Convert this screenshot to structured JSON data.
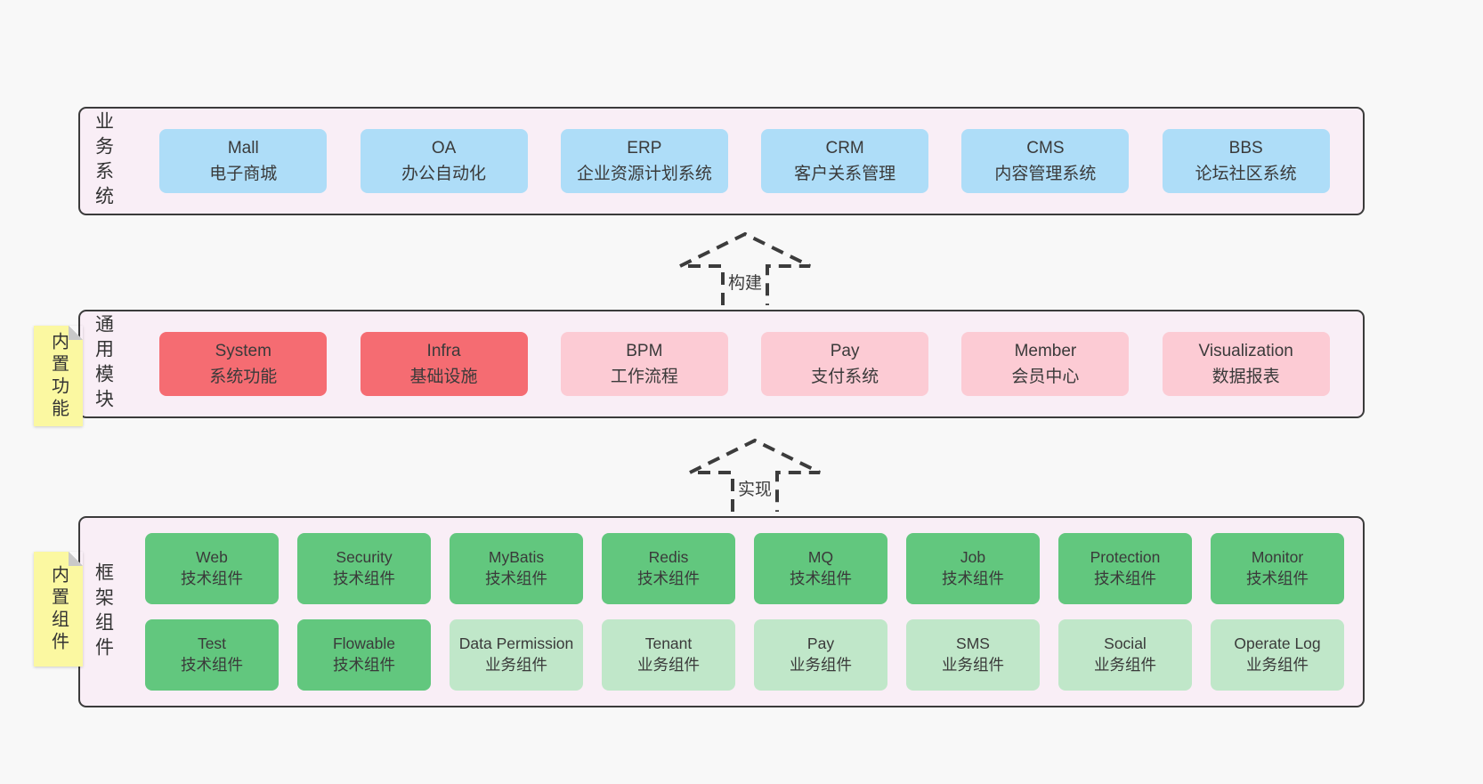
{
  "palette": {
    "page_bg": "#f8f8f8",
    "container_bg": "#f9eef6",
    "container_border": "#3b3b3b",
    "business_box": "#aeddf8",
    "core_module_box": "#f56c72",
    "optional_module_box": "#fccbd4",
    "tech_component_box": "#62c77e",
    "biz_component_box": "#c0e7c9",
    "sticky_note": "#fbf8a1",
    "text": "#3a3a3a"
  },
  "business_row": {
    "label": "业务系统",
    "boxes": [
      {
        "title": "Mall",
        "subtitle": "电子商城"
      },
      {
        "title": "OA",
        "subtitle": "办公自动化"
      },
      {
        "title": "ERP",
        "subtitle": "企业资源计划系统"
      },
      {
        "title": "CRM",
        "subtitle": "客户关系管理"
      },
      {
        "title": "CMS",
        "subtitle": "内容管理系统"
      },
      {
        "title": "BBS",
        "subtitle": "论坛社区系统"
      }
    ]
  },
  "arrows": {
    "build": "构建",
    "implement": "实现"
  },
  "module_row": {
    "note": "内置功能",
    "label": "通用模块",
    "boxes": [
      {
        "title": "System",
        "subtitle": "系统功能",
        "variant": "red"
      },
      {
        "title": "Infra",
        "subtitle": "基础设施",
        "variant": "red"
      },
      {
        "title": "BPM",
        "subtitle": "工作流程",
        "variant": "pink"
      },
      {
        "title": "Pay",
        "subtitle": "支付系统",
        "variant": "pink"
      },
      {
        "title": "Member",
        "subtitle": "会员中心",
        "variant": "pink"
      },
      {
        "title": "Visualization",
        "subtitle": "数据报表",
        "variant": "pink"
      }
    ]
  },
  "component_row": {
    "note": "内置组件",
    "label": "框架组件",
    "rows": [
      [
        {
          "title": "Web",
          "subtitle": "技术组件",
          "variant": "green"
        },
        {
          "title": "Security",
          "subtitle": "技术组件",
          "variant": "green"
        },
        {
          "title": "MyBatis",
          "subtitle": "技术组件",
          "variant": "green"
        },
        {
          "title": "Redis",
          "subtitle": "技术组件",
          "variant": "green"
        },
        {
          "title": "MQ",
          "subtitle": "技术组件",
          "variant": "green"
        },
        {
          "title": "Job",
          "subtitle": "技术组件",
          "variant": "green"
        },
        {
          "title": "Protection",
          "subtitle": "技术组件",
          "variant": "green"
        },
        {
          "title": "Monitor",
          "subtitle": "技术组件",
          "variant": "green"
        }
      ],
      [
        {
          "title": "Test",
          "subtitle": "技术组件",
          "variant": "green"
        },
        {
          "title": "Flowable",
          "subtitle": "技术组件",
          "variant": "green"
        },
        {
          "title": "Data Permission",
          "subtitle": "业务组件",
          "variant": "lightgreen"
        },
        {
          "title": "Tenant",
          "subtitle": "业务组件",
          "variant": "lightgreen"
        },
        {
          "title": "Pay",
          "subtitle": "业务组件",
          "variant": "lightgreen"
        },
        {
          "title": "SMS",
          "subtitle": "业务组件",
          "variant": "lightgreen"
        },
        {
          "title": "Social",
          "subtitle": "业务组件",
          "variant": "lightgreen"
        },
        {
          "title": "Operate Log",
          "subtitle": "业务组件",
          "variant": "lightgreen"
        }
      ]
    ]
  }
}
